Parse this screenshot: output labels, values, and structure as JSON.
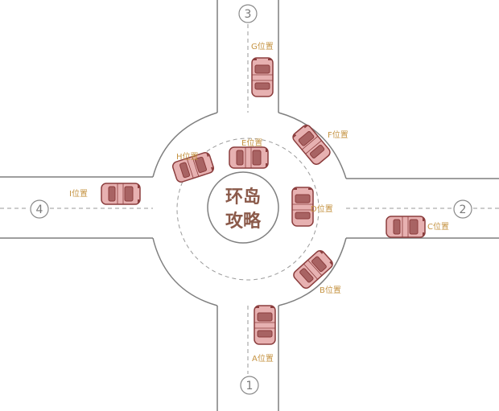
{
  "center": {
    "line1": "环岛",
    "line2": "攻略"
  },
  "routes": [
    {
      "id": "route-1",
      "label": "1"
    },
    {
      "id": "route-2",
      "label": "2"
    },
    {
      "id": "route-3",
      "label": "3"
    },
    {
      "id": "route-4",
      "label": "4"
    }
  ],
  "positions": [
    {
      "id": "A",
      "label": "A位置"
    },
    {
      "id": "B",
      "label": "B位置"
    },
    {
      "id": "C",
      "label": "C位置"
    },
    {
      "id": "D",
      "label": "D位置"
    },
    {
      "id": "E",
      "label": "E位置"
    },
    {
      "id": "F",
      "label": "F位置"
    },
    {
      "id": "G",
      "label": "G位置"
    },
    {
      "id": "H",
      "label": "H位置"
    },
    {
      "id": "I",
      "label": "I位置"
    }
  ],
  "colors": {
    "road_edge": "#7f7f7f",
    "lane_dash": "#9a9a9a",
    "car_body": "#e7b1b1",
    "car_outline": "#8b3d3d",
    "label": "#c59342"
  }
}
